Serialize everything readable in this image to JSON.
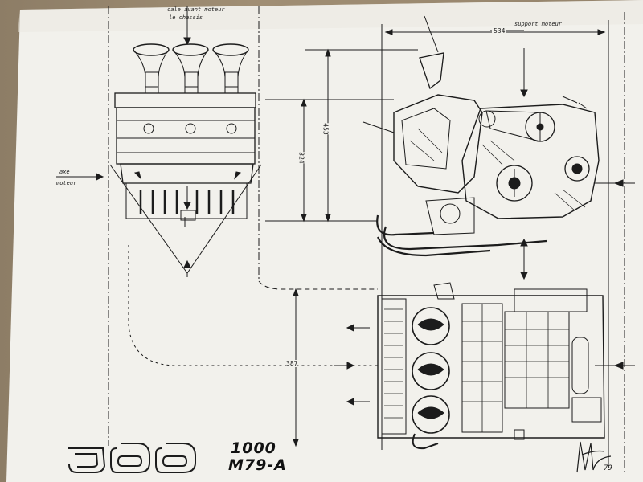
{
  "drawing": {
    "title_block": {
      "logo_text": "JDD",
      "model_line1": "1000",
      "model_line2": "M79-A",
      "year": "79"
    },
    "dimensions": {
      "width_top": "534",
      "height_front": "453",
      "height_axis": "324",
      "length_plan": "387"
    },
    "notes": {
      "chassis_note": "le chassis",
      "chassis_note_top": "cale avant moteur",
      "support_note": "support moteur",
      "axis_note_1": "axe",
      "axis_note_2": "moteur"
    },
    "colors": {
      "paper": "#f2f1ec",
      "ink": "#1c1c1c",
      "background": "#94836b"
    }
  }
}
